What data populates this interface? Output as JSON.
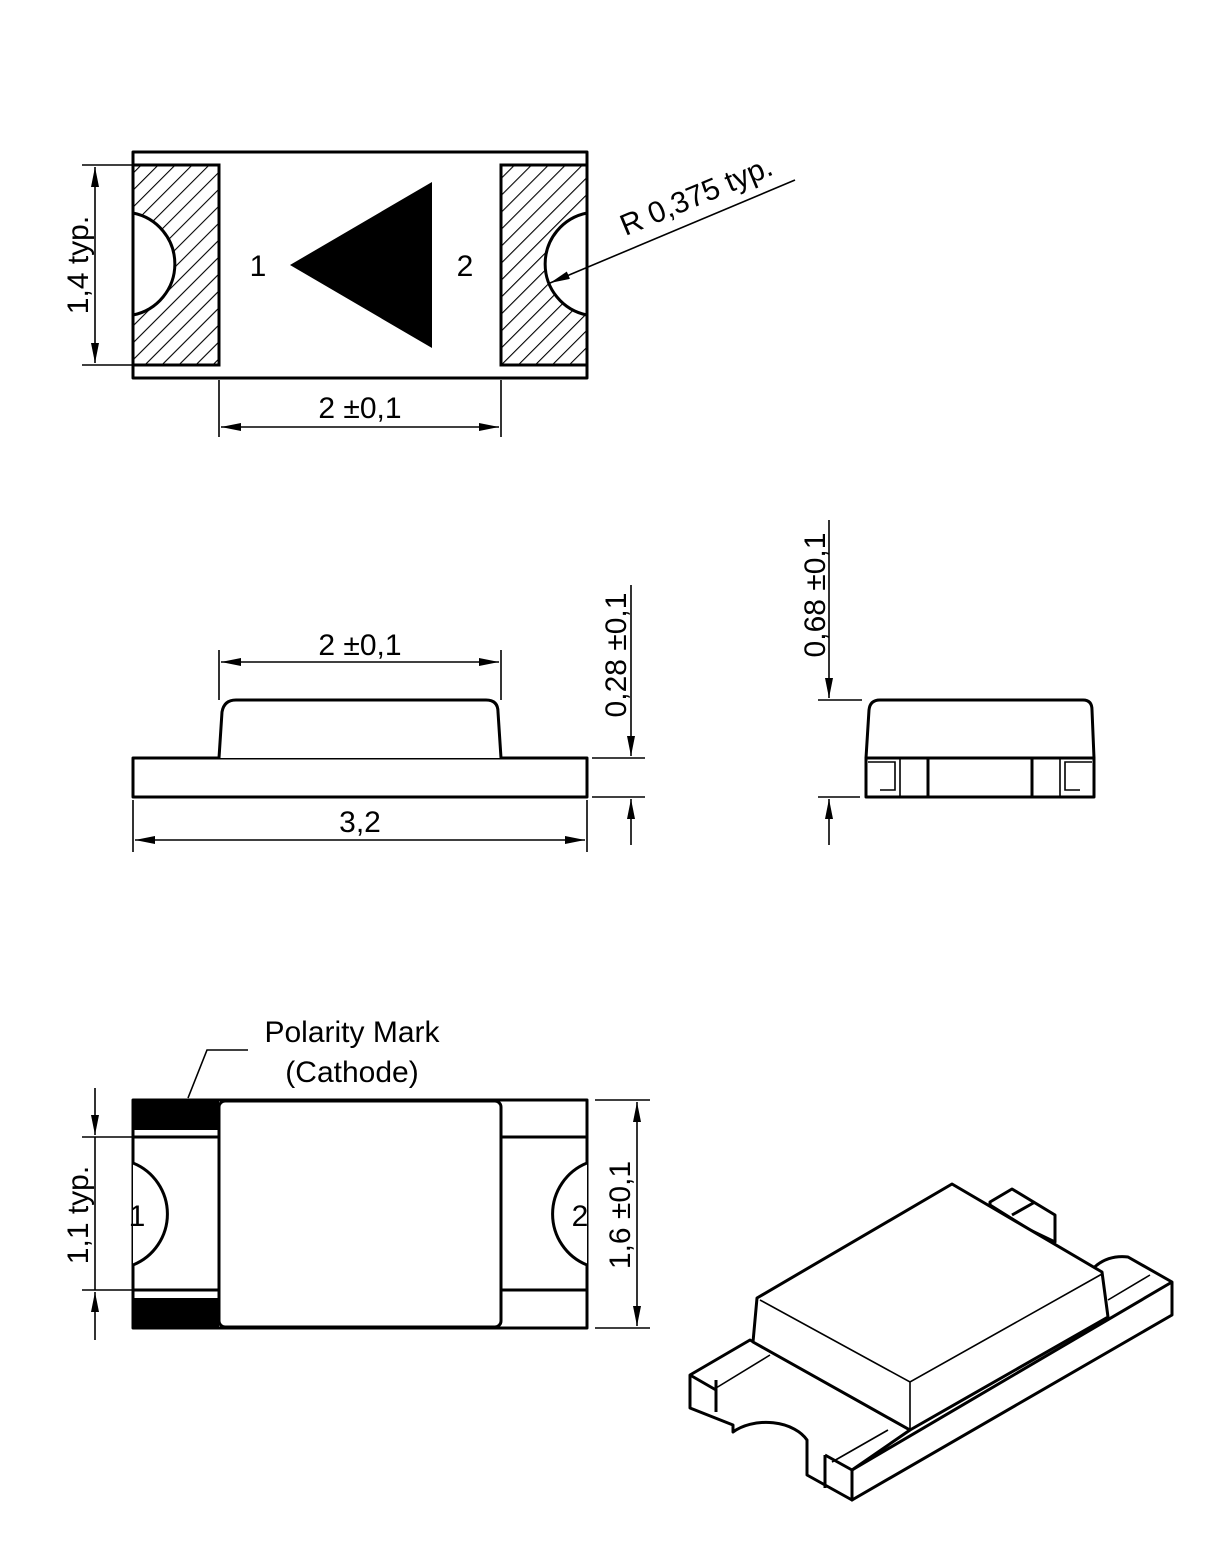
{
  "top_view": {
    "pin1_label": "1",
    "pin2_label": "2",
    "pad_height_dim": "1,4  typ.",
    "pad_spacing_dim": "2  ±0,1",
    "radius_dim": "R  0,375  typ."
  },
  "side_view": {
    "lens_width_dim": "2  ±0,1",
    "length_dim": "3,2",
    "base_height_dim": "0,28  ±0,1"
  },
  "end_view": {
    "total_height_dim": "0,68  ±0,1"
  },
  "bottom_view": {
    "polarity_line1": "Polarity Mark",
    "polarity_line2": "(Cathode)",
    "pin1_label": "1",
    "pin2_label": "2",
    "cutout_dim": "1,1  typ.",
    "width_dim": "1,6 ±0,1"
  }
}
